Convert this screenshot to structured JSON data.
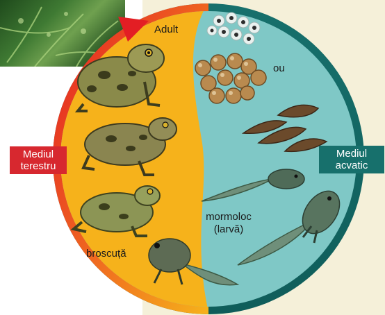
{
  "labels": {
    "adult": "Adult",
    "egg": "ou",
    "tadpole_line1": "mormoloc",
    "tadpole_line2": "(larvă)",
    "froglet": "broscuță"
  },
  "environments": {
    "terrestrial": {
      "line1": "Mediul",
      "line2": "terestru",
      "color": "#d7282f"
    },
    "aquatic": {
      "line1": "Mediul",
      "line2": "acvatic",
      "color": "#17706c"
    }
  },
  "colors": {
    "land_half": "#f6b21b",
    "water_half": "#7fc8c6",
    "ring_start": "#e31e24",
    "ring_end": "#17706c",
    "background_panel": "#f5f0d9"
  },
  "icons": [
    "cycle-arrow-icon"
  ]
}
